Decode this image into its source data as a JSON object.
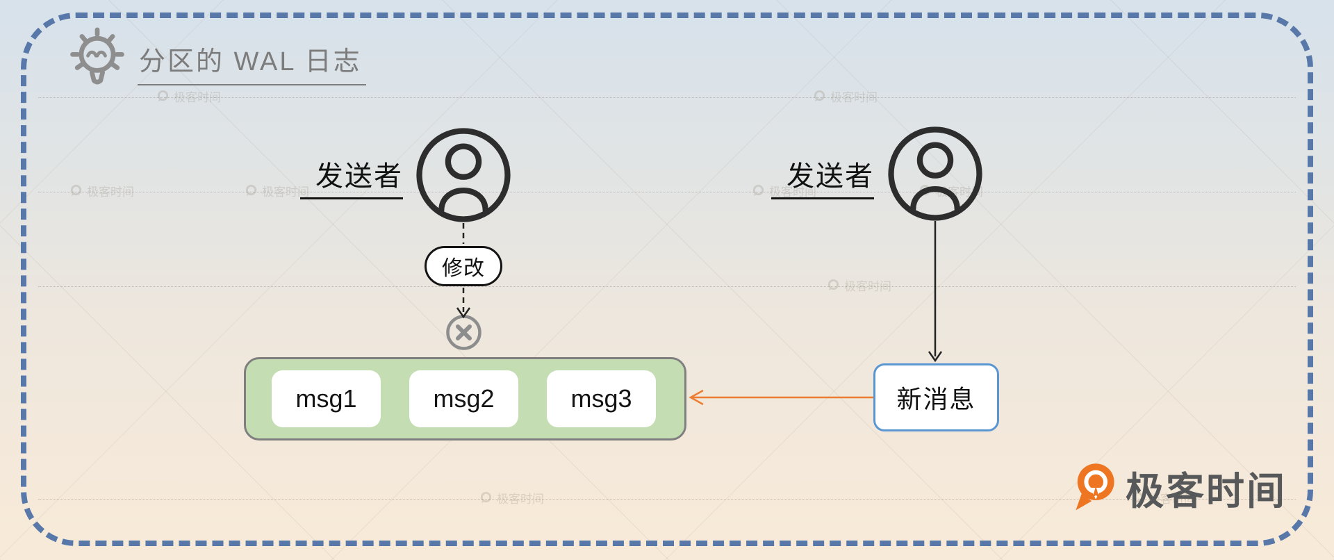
{
  "page": {
    "border_color": "#5878aa",
    "bg_top": "#d7e2eb",
    "bg_bottom": "#f8ead8"
  },
  "header": {
    "icon": "lightbulb-icon",
    "title": "分区的 WAL 日志"
  },
  "sender_left": {
    "label": "发送者",
    "icon": "person-icon"
  },
  "sender_right": {
    "label": "发送者",
    "icon": "person-icon"
  },
  "flow": {
    "modify_label": "修改",
    "blocked_icon": "x-circle-icon",
    "new_message_label": "新消息"
  },
  "log": {
    "messages": [
      "msg1",
      "msg2",
      "msg3"
    ],
    "fill_color": "#c4ddb3",
    "border_color": "#7f7f7f"
  },
  "colors": {
    "new_message_border": "#5a96d2",
    "append_arrow_orange": "#ed7d31",
    "line_black": "#222222",
    "gray_icon": "#8d8d8d"
  },
  "branding": {
    "icon": "geektime-logo",
    "logo_text": "极客时间",
    "logo_color": "#ee7623",
    "text_color": "#57585a"
  },
  "watermark": {
    "icon": "geektime-mini-logo",
    "text": "极客时间"
  }
}
